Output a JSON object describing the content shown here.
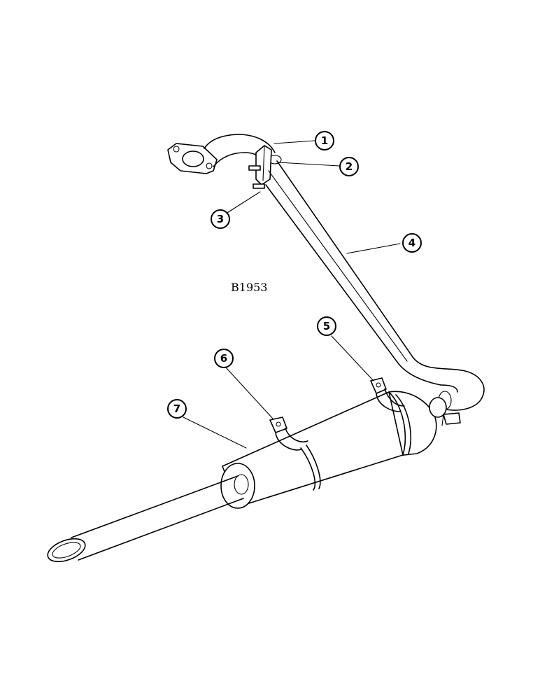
{
  "drawing_id": "B1953",
  "callouts": [
    "1",
    "2",
    "3",
    "4",
    "5",
    "6",
    "7"
  ]
}
